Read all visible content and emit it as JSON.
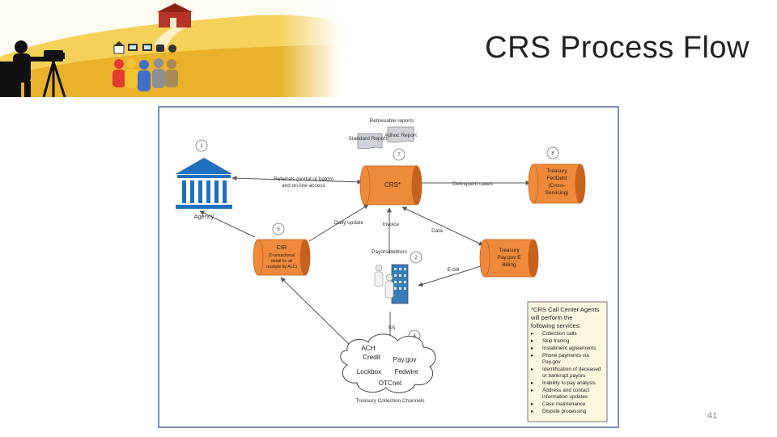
{
  "slide": {
    "title": "CRS Process Flow",
    "page_number": "41"
  },
  "banner": {
    "icons": [
      "barn-icon",
      "camera-operator-icon",
      "building-icon",
      "computer-icon",
      "monitor-icon",
      "people-icon"
    ],
    "colors": {
      "sky": "#fdfaf0",
      "field": "#f5d15a",
      "field_dark": "#e9b22a",
      "silhouette": "#111111"
    }
  },
  "diagram": {
    "colors": {
      "cylinder": "#ef8a3c",
      "cylinder_dark": "#c8611d",
      "agency": "#1f6fbf",
      "arrow": "#555555"
    },
    "top_label": "Retrievable reports",
    "reports": {
      "standard": "Standard Reports",
      "adhoc": "Adhoc Report"
    },
    "numbers": {
      "agency": "1",
      "crs": "7",
      "treasury_offset": "8",
      "cir": "5",
      "payors": "2",
      "collection": "4",
      "ss": "SS"
    },
    "agency_label": "Agency",
    "crs": {
      "label": "CRS*"
    },
    "treasury_offset": {
      "lines": [
        "Treasury",
        "FedDebt",
        "(Cross-",
        "Servicing)"
      ]
    },
    "cir": {
      "title": "CIR",
      "sub": [
        "(Transactional",
        "detail for all",
        "receipts by ALC)"
      ]
    },
    "paygov": {
      "lines": [
        "Treasury",
        "Pay.gov E",
        "Billing"
      ]
    },
    "edges": {
      "referrals": [
        "Referrals (portal or batch)",
        "and on line access"
      ],
      "delinquent": "Delinquent cases",
      "daily_update": "Daily update",
      "invoice": "Invoice",
      "data": "Data",
      "payors": "Payors/debtors",
      "ebill": "E-bill"
    },
    "cloud": {
      "labels": [
        "ACH",
        "Credit",
        "Pay.gov",
        "Lockbox",
        "Fedwire",
        "OTCnet"
      ],
      "caption": "Treasury Collection Channels"
    },
    "legend": {
      "title": [
        "*CRS Call Center Agents",
        "will perform the",
        "following services:"
      ],
      "items": [
        [
          "Collection calls"
        ],
        [
          "Skip tracing"
        ],
        [
          "Installment agreements"
        ],
        [
          "Phone payments via",
          "Pay.gov"
        ],
        [
          "Identification of deceased",
          "or bankrupt payors"
        ],
        [
          "Inability to pay analysis"
        ],
        [
          "Address and contact",
          "information updates"
        ],
        [
          "Case maintenance"
        ],
        [
          "Dispute processing"
        ]
      ]
    }
  }
}
